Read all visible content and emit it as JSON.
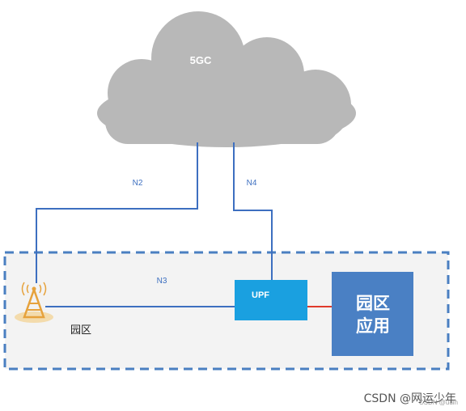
{
  "nodes": {
    "core": "5GC",
    "upf": "UPF",
    "app_line1": "园区",
    "app_line2": "应用",
    "campus": "园区"
  },
  "links": {
    "n2": "N2",
    "n4": "N4",
    "n3": "N3"
  },
  "watermark": {
    "text": "CSDN @网运少年",
    "sub": "CSDN @uuin"
  },
  "colors": {
    "cloud": "#b8b8b8",
    "link": "#3d6fc0",
    "dashed_border": "#4a7fc1",
    "campus_fill": "#f3f3f3",
    "upf": "#1aa0e0",
    "app_box": "#4a80c4",
    "app_link": "#e03a2b",
    "antenna": "#e6a23c"
  }
}
